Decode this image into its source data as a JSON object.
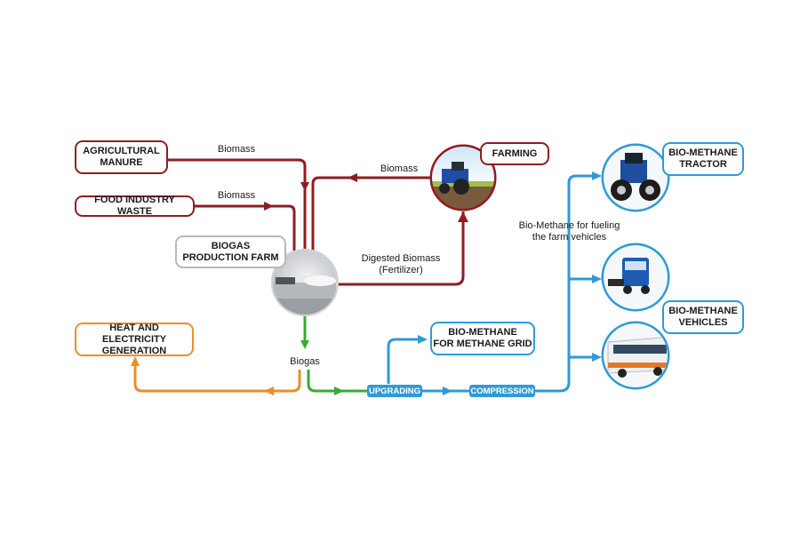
{
  "nodes": {
    "agricultural_manure": "AGRICULTURAL\nMANURE",
    "food_industry_waste": "FOOD INDUSTRY WASTE",
    "biogas_production_farm": "BIOGAS\nPRODUCTION FARM",
    "farming": "FARMING",
    "heat_and_electricity": "HEAT AND ELECTRICITY\nGENERATION",
    "bio_methane_grid": "BIO-METHANE\nFOR METHANE GRID",
    "bio_methane_tractor": "BIO-METHANE\nTRACTOR",
    "bio_methane_vehicles": "BIO-METHANE\nVEHICLES"
  },
  "labels": {
    "biomass_manure": "Biomass",
    "biomass_food": "Biomass",
    "biomass_farming": "Biomass",
    "digested_biomass": "Digested Biomass\n(Fertilizer)",
    "biogas": "Biogas",
    "fueling": "Bio-Methane for fueling\nthe farm vehicles"
  },
  "process_steps": {
    "upgrading": "UPGRADING",
    "compression": "COMPRESSION"
  },
  "colors": {
    "input_flow": "#8f1d22",
    "biogas_flow": "#3aaa35",
    "energy_flow": "#ef8c2a",
    "methane_flow": "#2f9ad6",
    "neutral_border": "#b8b8b8"
  },
  "images": [
    "biogas-plant",
    "tractor-in-field",
    "blue-tractor",
    "blue-truck",
    "city-bus"
  ]
}
